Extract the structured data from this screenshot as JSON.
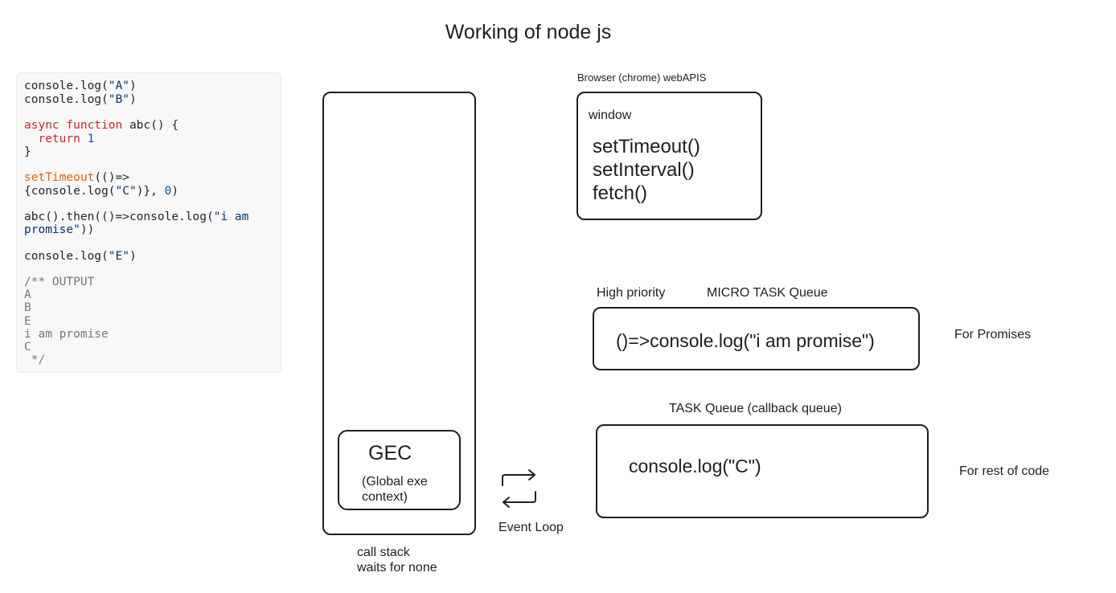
{
  "title": "Working of node js",
  "code": {
    "lines": [
      "console.log(\"A\")",
      "console.log(\"B\")",
      "async function abc() {",
      "  return 1",
      "}",
      "setTimeout(()=>",
      "{console.log(\"C\")}, 0)",
      "abc().then(()=>console.log(\"i am",
      "promise\"))",
      "console.log(\"E\")",
      "/** OUTPUT",
      "A",
      "B",
      "E",
      "i am promise",
      "C",
      " */"
    ]
  },
  "call_stack": {
    "gec_title": "GEC",
    "gec_subtitle_1": "(Global exe",
    "gec_subtitle_2": "context)",
    "label_1": "call stack",
    "label_2": "waits for none"
  },
  "event_loop": {
    "label": "Event Loop",
    "icon": "repeat-arrows-icon"
  },
  "web_apis": {
    "header": "Browser (chrome)  webAPIS",
    "window_label": "window",
    "items": [
      "setTimeout()",
      "setInterval()",
      "fetch()"
    ]
  },
  "micro_task_queue": {
    "priority_label": "High priority",
    "title": "MICRO TASK Queue",
    "content": "()=>console.log(\"i am promise\")",
    "side_note": "For Promises"
  },
  "task_queue": {
    "title": "TASK Queue (callback queue)",
    "content": "console.log(\"C\")",
    "side_note": "For rest of code"
  },
  "colors": {
    "stroke": "#1e1e1e",
    "code_bg": "#f8f8f8",
    "keyword": "#cf222e",
    "function": "#e36209",
    "number": "#0550ae",
    "string": "#0a3069",
    "comment": "#6e7781"
  }
}
